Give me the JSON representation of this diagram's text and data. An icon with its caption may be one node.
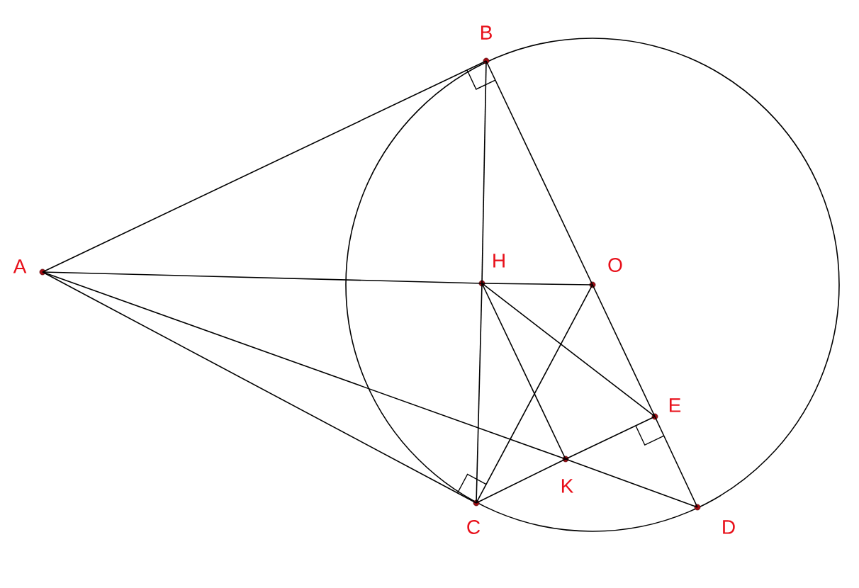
{
  "diagram": {
    "nodes": [
      {
        "text": [
          "A"
        ]
      },
      {
        "text": [
          "B"
        ]
      },
      {
        "text": [
          "H"
        ]
      },
      {
        "text": [
          "O"
        ]
      },
      {
        "text": [
          "E"
        ]
      },
      {
        "text": [
          "K"
        ]
      },
      {
        "text": [
          "C"
        ]
      },
      {
        "text": [
          "D"
        ]
      }
    ],
    "edges": [
      {
        "from": 0,
        "to": 1,
        "arrow": "none"
      },
      {
        "from": 0,
        "to": 2,
        "arrow": "none"
      },
      {
        "from": 2,
        "to": 3,
        "arrow": "none"
      },
      {
        "from": 0,
        "to": 6,
        "arrow": "none"
      },
      {
        "from": 0,
        "to": 5,
        "arrow": "none"
      },
      {
        "from": 5,
        "to": 7,
        "arrow": "none"
      },
      {
        "from": 1,
        "to": 2,
        "arrow": "none"
      },
      {
        "from": 2,
        "to": 6,
        "arrow": "none"
      },
      {
        "from": 1,
        "to": 3,
        "arrow": "none"
      },
      {
        "from": 3,
        "to": 4,
        "arrow": "none"
      },
      {
        "from": 4,
        "to": 7,
        "arrow": "none"
      },
      {
        "from": 2,
        "to": 5,
        "arrow": "none"
      },
      {
        "from": 2,
        "to": 4,
        "arrow": "none"
      },
      {
        "from": 6,
        "to": 3,
        "arrow": "none"
      },
      {
        "from": 6,
        "to": 5,
        "arrow": "none"
      },
      {
        "from": 5,
        "to": 4,
        "arrow": "none"
      }
    ]
  }
}
